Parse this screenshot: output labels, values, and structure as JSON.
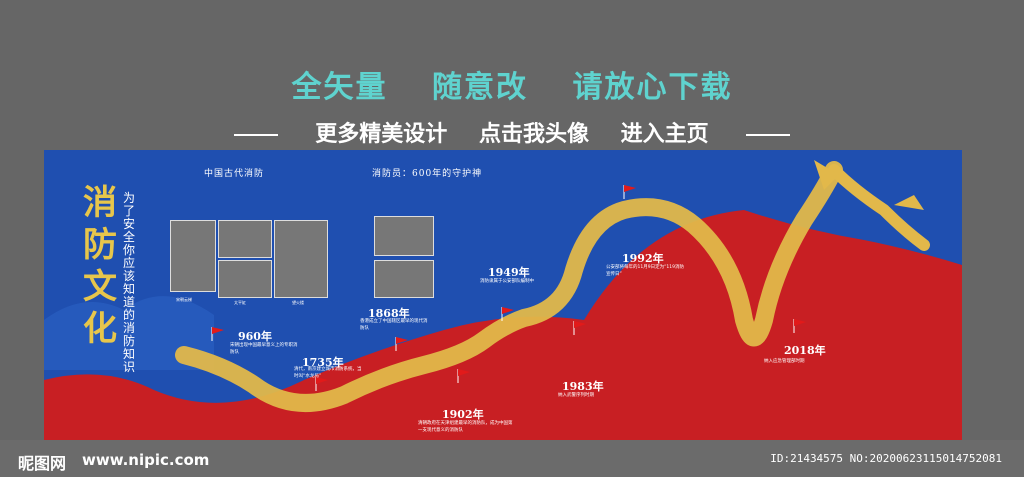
{
  "promo": {
    "line1": [
      "全矢量",
      "随意改",
      "请放心下载"
    ],
    "line2": [
      "更多精美设计",
      "点击我头像",
      "进入主页"
    ]
  },
  "board": {
    "title": [
      "消",
      "防",
      "文",
      "化"
    ],
    "subtitle": "为了安全你应该知道的消防知识",
    "section1": {
      "title": "中国古代消防",
      "photo_captions": [
        "宋朝云梯",
        "太平缸",
        "望火楼"
      ]
    },
    "section2": {
      "title": "消防员：600年的守护神"
    },
    "timeline": [
      {
        "year": "960年",
        "text": "宋朝出现中国最早意义上的专职消防队"
      },
      {
        "year": "1735年",
        "text": "清代，南京建立城市消防系统，当时叫“水龙局”"
      },
      {
        "year": "1868年",
        "text": "香港成立了中国辖区最早的现代消防队"
      },
      {
        "year": "1902年",
        "text": "清朝政府在天津组建最早的消防队，成为中国第一支现代意义的消防队"
      },
      {
        "year": "1949年",
        "text": "消防隶属于公安部队编制中"
      },
      {
        "year": "1983年",
        "text": "纳入武警序列时期"
      },
      {
        "year": "1992年",
        "text": "公安部将每年的11月9日定为“119消防宣传日”"
      },
      {
        "year": "2018年",
        "text": "纳入应急管理部时期"
      }
    ]
  },
  "footer": {
    "logo": "昵图网",
    "url": "www.nipic.com",
    "id": "ID:21434575 NO:20200623115014752081"
  },
  "colors": {
    "blue": "#1f4fb0",
    "red": "#c81f23",
    "gold": "#e2b84a",
    "teal": "#5fd3cf",
    "grey": "#666666"
  }
}
